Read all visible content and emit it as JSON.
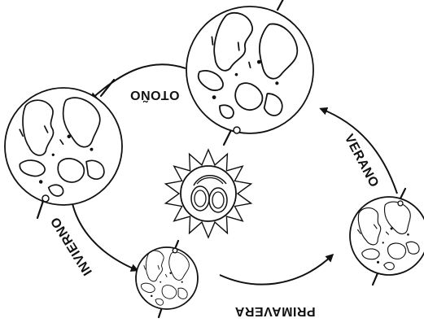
{
  "labels": {
    "autumn": "OTOÑO",
    "winter": "INVIERNO",
    "spring": "PRIMAVERA",
    "summer": "VERANO"
  },
  "elements": {
    "sun": "sun-icon",
    "globes": [
      "earth-globe-autumn",
      "earth-globe-winter",
      "earth-globe-spring",
      "earth-globe-summer"
    ]
  },
  "colors": {
    "ink": "#111111",
    "background": "#ffffff"
  }
}
